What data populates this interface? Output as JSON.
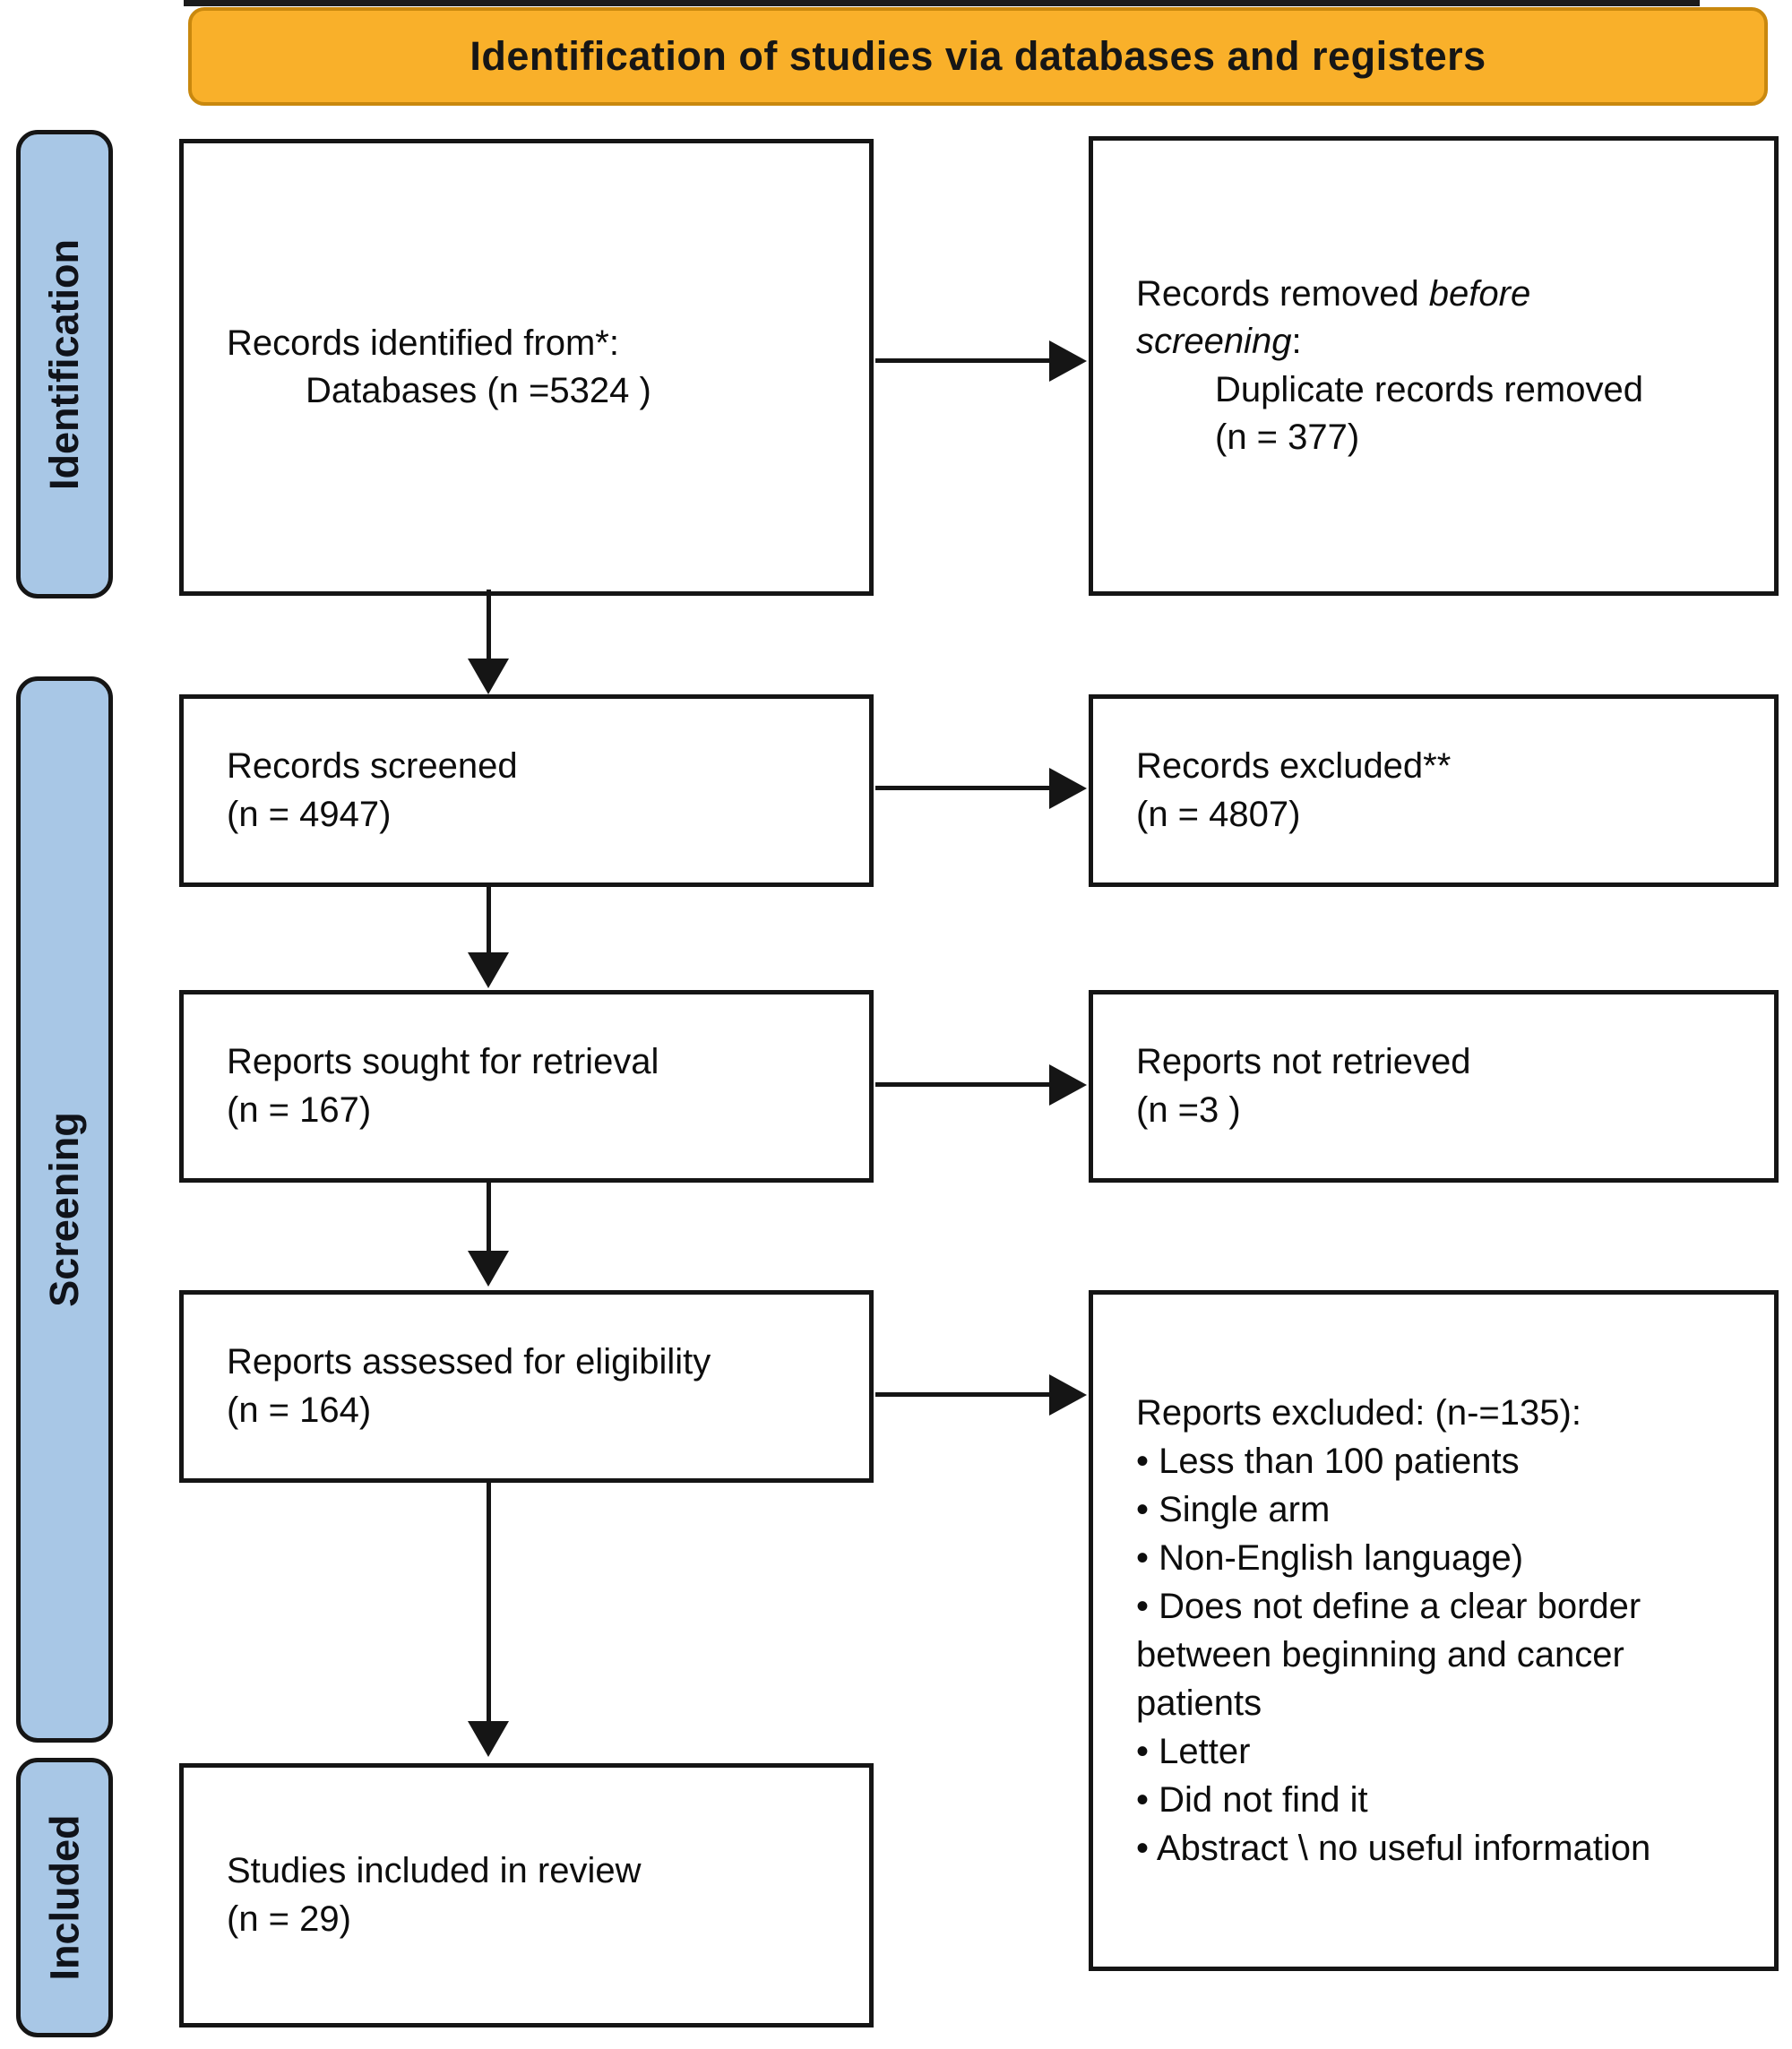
{
  "colors": {
    "banner_fill": "#F9B02A",
    "banner_border": "#C9880E",
    "stage_fill": "#A8C7E6",
    "line": "#151515"
  },
  "banner": {
    "title": "Identification of studies via databases and registers"
  },
  "stages": [
    {
      "label": "Identification"
    },
    {
      "label": "Screening"
    },
    {
      "label": "Included"
    }
  ],
  "flow": {
    "identified": {
      "line1": "Records identified from*:",
      "line2": "Databases (n =5324 )"
    },
    "screened": {
      "line1": "Records screened",
      "line2": "(n = 4947)"
    },
    "sought": {
      "line1": "Reports sought for retrieval",
      "line2": "(n = 167)"
    },
    "assessed": {
      "line1": "Reports assessed for eligibility",
      "line2": "(n = 164)"
    },
    "included": {
      "line1": "Studies included in review",
      "line2": "(n = 29)"
    }
  },
  "side": {
    "removed": {
      "prefix": "Records removed ",
      "italic": "before screening",
      "suffix": ":",
      "detail": "Duplicate records removed",
      "count": "(n = 377)"
    },
    "excluded": {
      "line1": "Records excluded**",
      "line2": "(n = 4807)"
    },
    "not_retrieved": {
      "line1": "Reports not retrieved",
      "line2": "(n =3 )"
    },
    "reports_excluded": {
      "title": "Reports excluded: (n-=135):",
      "items": [
        "• Less than 100 patients",
        "• Single arm",
        "• Non-English language)",
        "• Does not define a clear border between beginning and cancer patients",
        "• Letter",
        "• Did not find it",
        "• Abstract \\ no useful information"
      ]
    }
  }
}
